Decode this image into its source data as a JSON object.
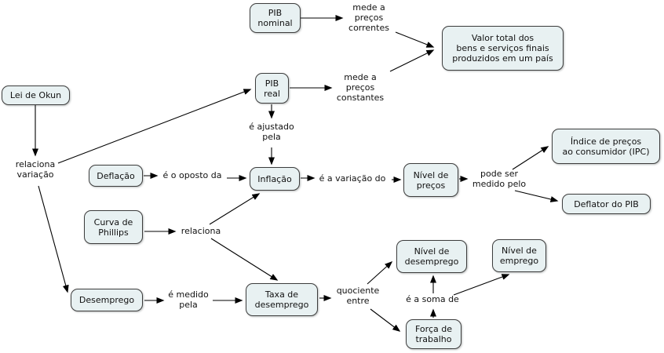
{
  "diagram": {
    "type": "concept-map",
    "language": "pt-BR",
    "topic": "Macroeconomia: PIB, inflação e desemprego",
    "colors": {
      "node_fill": "#e8f1f2",
      "node_border": "#3d3d3d",
      "line": "#000000",
      "text": "#111111",
      "background": "#ffffff"
    },
    "nodes": {
      "pib_nominal": {
        "label": "PIB\nnominal"
      },
      "valor_total": {
        "label": "Valor total dos\nbens e serviços finais\nproduzidos em um país"
      },
      "lei_okun": {
        "label": "Lei de Okun"
      },
      "pib_real": {
        "label": "PIB\nreal"
      },
      "deflacao": {
        "label": "Deflação"
      },
      "inflacao": {
        "label": "Inflação"
      },
      "nivel_precos": {
        "label": "Nível de\npreços"
      },
      "ipc": {
        "label": "Índice de preços\nao consumidor (IPC)"
      },
      "deflator_pib": {
        "label": "Deflator do PIB"
      },
      "curva_phillips": {
        "label": "Curva de\nPhillips"
      },
      "desemprego": {
        "label": "Desemprego"
      },
      "taxa_desemprego": {
        "label": "Taxa de\ndesemprego"
      },
      "nivel_desemprego": {
        "label": "Nível de\ndesemprego"
      },
      "nivel_emprego": {
        "label": "Nível de\nemprego"
      },
      "forca_trabalho": {
        "label": "Força de\ntrabalho"
      }
    },
    "edge_labels": {
      "mede_correntes": {
        "text": "mede a\npreços\ncorrentes"
      },
      "mede_constantes": {
        "text": "mede a\npreços\nconstantes"
      },
      "e_ajustado_pela": {
        "text": "é ajustado\npela"
      },
      "relaciona_variacao": {
        "text": "relaciona\nvariação"
      },
      "e_o_oposto_da": {
        "text": "é o oposto da"
      },
      "e_a_variacao_do": {
        "text": "é a variação do"
      },
      "pode_ser_medido": {
        "text": "pode ser\nmedido pelo"
      },
      "relaciona": {
        "text": "relaciona"
      },
      "e_medido_pela": {
        "text": "é medido\npela"
      },
      "quociente_entre": {
        "text": "quociente\nentre"
      },
      "e_a_soma_de": {
        "text": "é a soma de"
      }
    },
    "relations": [
      {
        "from": "PIB nominal",
        "label": "mede a preços correntes",
        "to": "Valor total dos bens e serviços finais produzidos em um país"
      },
      {
        "from": "PIB real",
        "label": "mede a preços constantes",
        "to": "Valor total dos bens e serviços finais produzidos em um país"
      },
      {
        "from": "PIB real",
        "label": "é ajustado pela",
        "to": "Inflação"
      },
      {
        "from": "Lei de Okun",
        "label": "relaciona variação",
        "to": "PIB real"
      },
      {
        "from": "Lei de Okun",
        "label": "relaciona variação",
        "to": "Desemprego"
      },
      {
        "from": "Deflação",
        "label": "é o oposto da",
        "to": "Inflação"
      },
      {
        "from": "Inflação",
        "label": "é a variação do",
        "to": "Nível de preços"
      },
      {
        "from": "Nível de preços",
        "label": "pode ser medido pelo",
        "to": "Índice de preços ao consumidor (IPC)"
      },
      {
        "from": "Nível de preços",
        "label": "pode ser medido pelo",
        "to": "Deflator do PIB"
      },
      {
        "from": "Curva de Phillips",
        "label": "relaciona",
        "to": "Inflação"
      },
      {
        "from": "Curva de Phillips",
        "label": "relaciona",
        "to": "Taxa de desemprego"
      },
      {
        "from": "Desemprego",
        "label": "é medido pela",
        "to": "Taxa de desemprego"
      },
      {
        "from": "Taxa de desemprego",
        "label": "quociente entre",
        "to": "Nível de desemprego"
      },
      {
        "from": "Taxa de desemprego",
        "label": "quociente entre",
        "to": "Força de trabalho"
      },
      {
        "from": "Força de trabalho",
        "label": "é a soma de",
        "to": "Nível de desemprego"
      },
      {
        "from": "Força de trabalho",
        "label": "é a soma de",
        "to": "Nível de emprego"
      }
    ]
  }
}
